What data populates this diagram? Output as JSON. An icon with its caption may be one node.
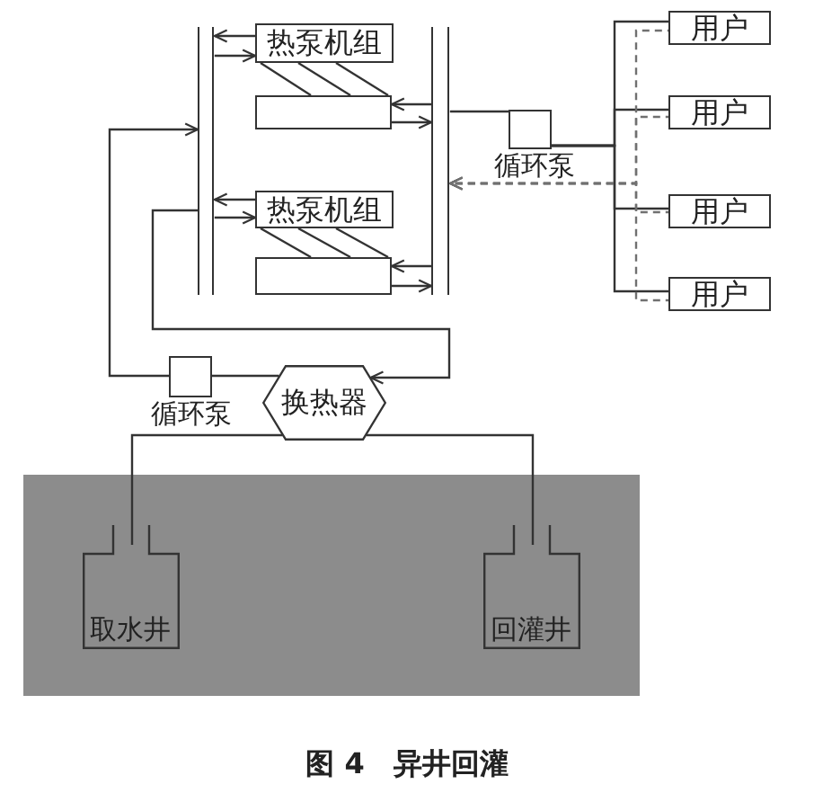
{
  "diagram": {
    "caption": "图 4　异井回灌",
    "nodes": [
      {
        "text": [],
        "shape": "bar"
      },
      {
        "text": [],
        "shape": "bar"
      },
      {
        "text": [
          "热泵机组"
        ]
      },
      {
        "text": [],
        "shape": "box"
      },
      {
        "text": [
          "热泵机组"
        ]
      },
      {
        "text": [],
        "shape": "box"
      },
      {
        "text": [],
        "shape": "bar"
      },
      {
        "text": [],
        "shape": "bar"
      },
      {
        "text": [],
        "shape": "box",
        "beside": [
          "循环泵"
        ]
      },
      {
        "text": [
          "用户"
        ]
      },
      {
        "text": [
          "用户"
        ]
      },
      {
        "text": [
          "用户"
        ]
      },
      {
        "text": [
          "用户"
        ]
      },
      {
        "text": [],
        "shape": "box",
        "beside": [
          "循环泵"
        ]
      },
      {
        "text": [
          "换热器"
        ]
      },
      {
        "text": [],
        "shape": "box"
      },
      {
        "text": [
          "取水井"
        ],
        "in": 15
      },
      {
        "text": [
          "回灌井"
        ],
        "in": 15
      }
    ],
    "edges": [
      {
        "from": 2,
        "to": 1,
        "arrow": "to"
      },
      {
        "from": 1,
        "to": 2,
        "arrow": "to"
      },
      {
        "from": 2,
        "to": 3,
        "arrow": "none"
      },
      {
        "from": 2,
        "to": 3,
        "arrow": "none"
      },
      {
        "from": 2,
        "to": 3,
        "arrow": "none"
      },
      {
        "from": 6,
        "to": 3,
        "arrow": "to"
      },
      {
        "from": 3,
        "to": 6,
        "arrow": "to"
      },
      {
        "from": 4,
        "to": 1,
        "arrow": "to"
      },
      {
        "from": 1,
        "to": 4,
        "arrow": "to"
      },
      {
        "from": 4,
        "to": 5,
        "arrow": "none"
      },
      {
        "from": 4,
        "to": 5,
        "arrow": "none"
      },
      {
        "from": 4,
        "to": 5,
        "arrow": "none"
      },
      {
        "from": 6,
        "to": 5,
        "arrow": "to"
      },
      {
        "from": 5,
        "to": 6,
        "arrow": "to"
      },
      {
        "from": 7,
        "to": 8,
        "arrow": "none"
      },
      {
        "from": 8,
        "to": 9,
        "arrow": "none"
      },
      {
        "from": 8,
        "to": 10,
        "arrow": "none"
      },
      {
        "from": 8,
        "to": 11,
        "arrow": "none"
      },
      {
        "from": 8,
        "to": 12,
        "arrow": "none"
      },
      {
        "from": 9,
        "to": 7,
        "arrow": "to",
        "style": "dashed",
        "color": "#707070"
      },
      {
        "from": 10,
        "to": 7,
        "arrow": "to",
        "style": "dashed",
        "color": "#707070"
      },
      {
        "from": 11,
        "to": 7,
        "arrow": "to",
        "style": "dashed",
        "color": "#707070"
      },
      {
        "from": 12,
        "to": 7,
        "arrow": "to",
        "style": "dashed",
        "color": "#707070"
      },
      {
        "from": 13,
        "to": 0,
        "arrow": "to"
      },
      {
        "from": 0,
        "to": 14,
        "arrow": "to"
      },
      {
        "from": 14,
        "to": 13,
        "arrow": "none"
      },
      {
        "from": 14,
        "to": 16,
        "arrow": "none"
      },
      {
        "from": 14,
        "to": 17,
        "arrow": "none"
      }
    ]
  }
}
